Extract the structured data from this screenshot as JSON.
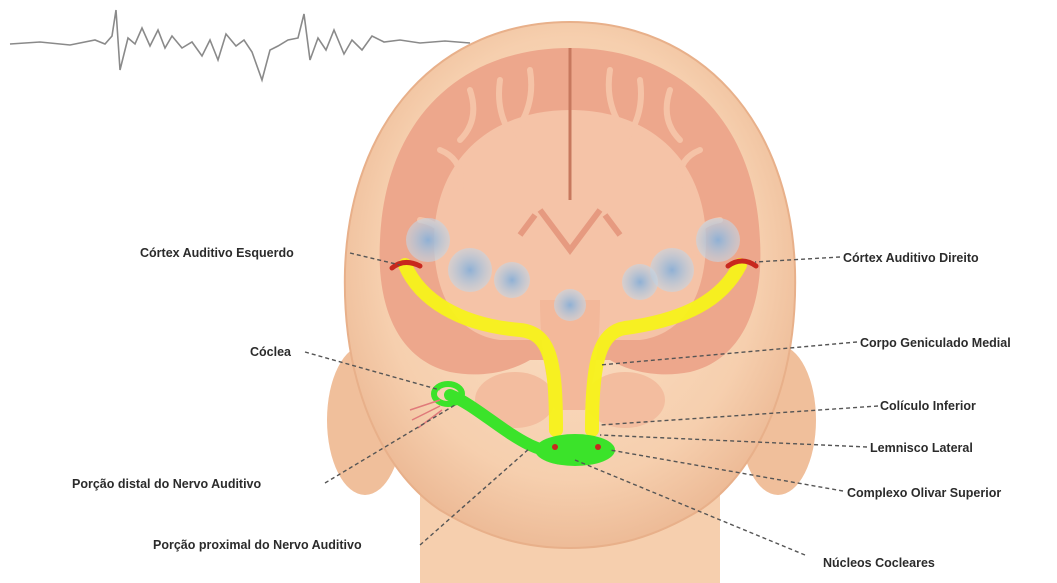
{
  "labels": {
    "cortex_left": "Córtex Auditivo Esquerdo",
    "cortex_right": "Córtex Auditivo Direito",
    "cochlea": "Cóclea",
    "medial_geniculate": "Corpo Geniculado Medial",
    "inferior_colliculus": "Colículo Inferior",
    "lateral_lemniscus": "Lemnisco Lateral",
    "distal_nerve": "Porção distal do Nervo Auditivo",
    "superior_olivary": "Complexo Olivar Superior",
    "proximal_nerve": "Porção proximal do Nervo Auditivo",
    "cochlear_nuclei": "Núcleos Cocleares"
  },
  "colors": {
    "skin": "#f6cfae",
    "brain": "#eda78c",
    "brain_light": "#f5c3a7",
    "pathway_yellow": "#f7f21a",
    "nerve_green": "#3be32a",
    "ventricle_blue": "#a9c3dc",
    "cortex_red": "#c8281e"
  }
}
